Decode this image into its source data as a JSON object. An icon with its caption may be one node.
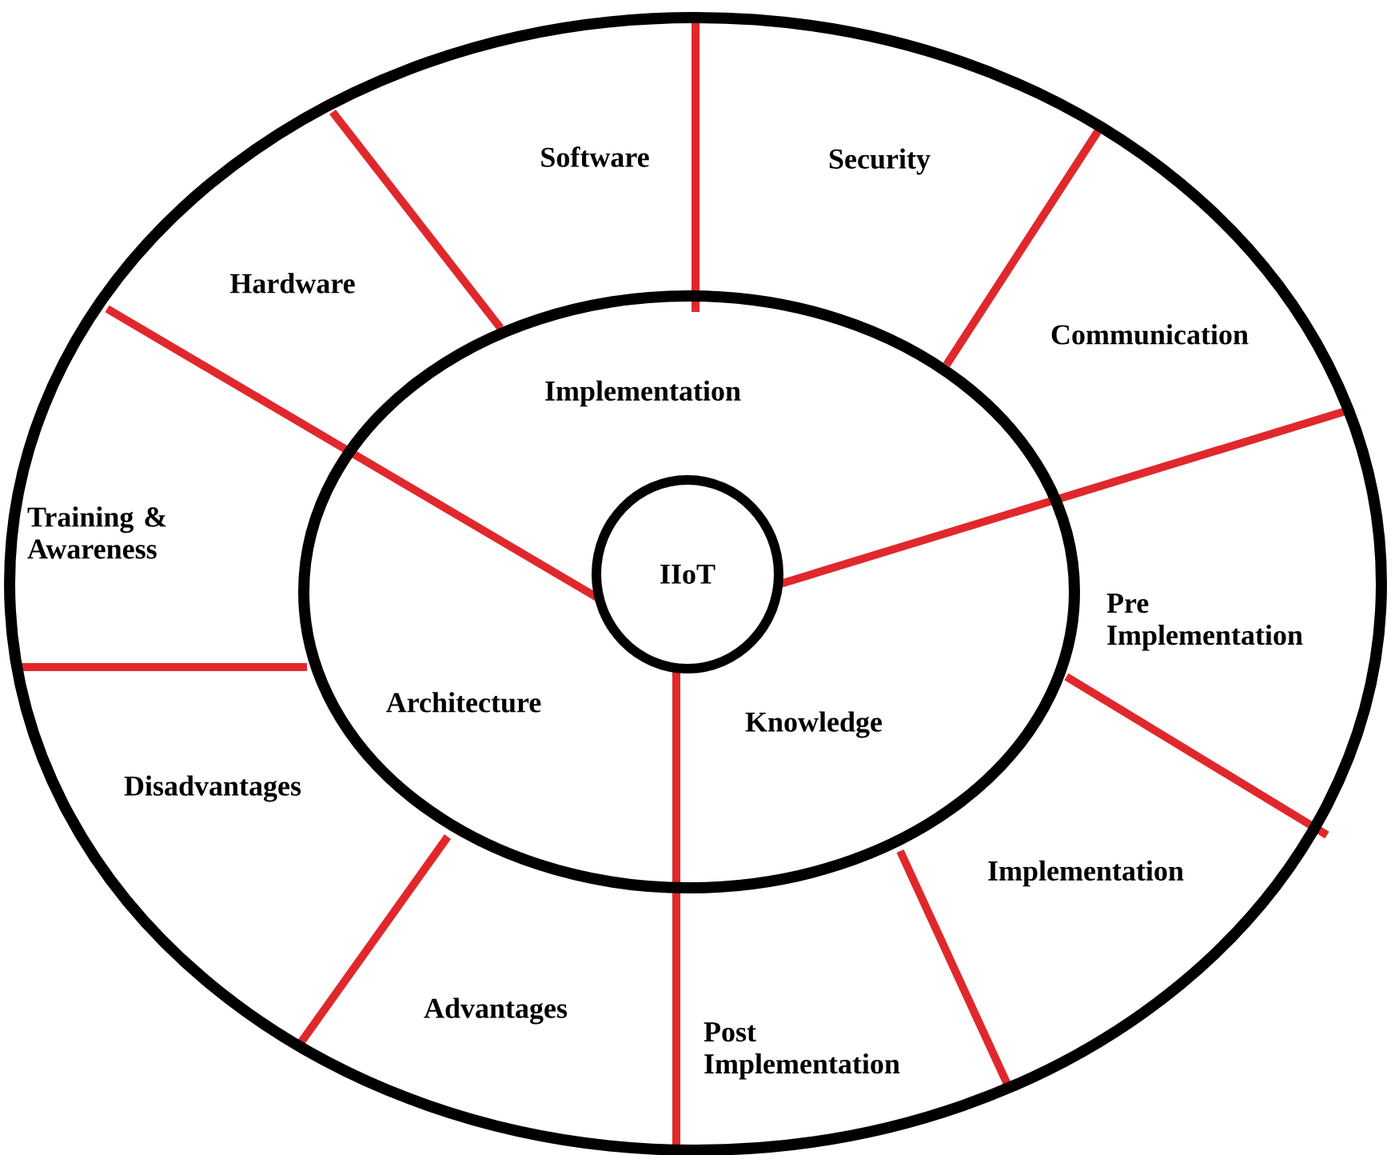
{
  "diagram": {
    "nodes": [
      {
        "text": [],
        "shape": "ellipse"
      },
      {
        "text": [],
        "shape": "ellipse",
        "in": 0
      },
      {
        "text": [
          "IIoT"
        ],
        "in": 1
      }
    ],
    "labels": [
      "Software",
      "Security",
      "Hardware",
      "Communication",
      "Implementation",
      "Training & Awareness",
      "Pre Implementation",
      "Architecture",
      "Knowledge",
      "Disadvantages",
      "Implementation",
      "Advantages",
      "Post Implementation"
    ]
  }
}
